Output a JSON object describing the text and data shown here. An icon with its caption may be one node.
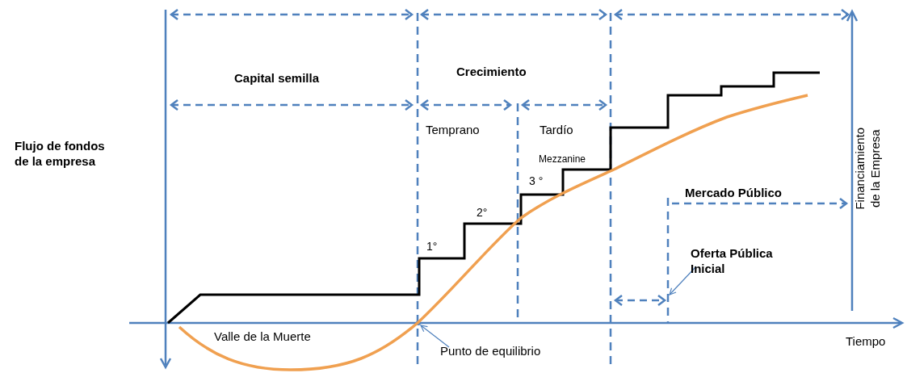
{
  "diagram": {
    "nodes": [
      {
        "text": [
          "Punto de equilibrio"
        ]
      },
      {
        "text": [
          "Oferta Pública Inicial"
        ]
      },
      {
        "text": [],
        "shape": "circle"
      },
      {
        "text": [],
        "shape": "line"
      }
    ],
    "edges": [
      {
        "from": 0,
        "to": 2,
        "arrow": "to"
      },
      {
        "from": 1,
        "to": 3,
        "arrow": "to"
      }
    ],
    "labels": [
      "Capital semilla",
      "Crecimiento",
      "Flujo de fondos de la empresa",
      "Temprano",
      "Tardío",
      "Mezzanine",
      "3 °",
      "2°",
      "1°",
      "Mercado Público",
      "Financiamiento de la Empresa",
      "Valle de la Muerte",
      "Tiempo"
    ]
  }
}
